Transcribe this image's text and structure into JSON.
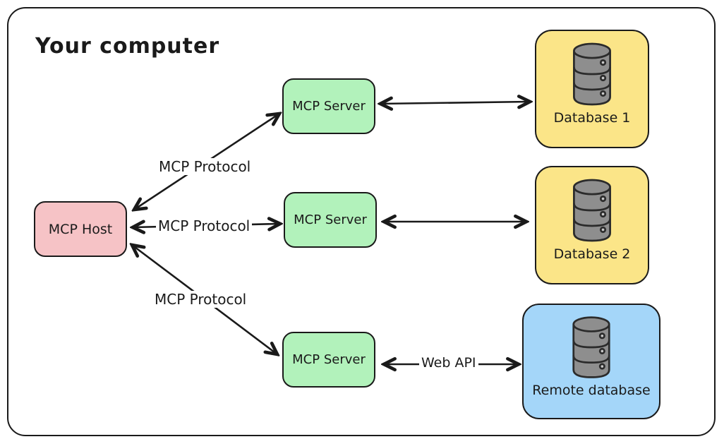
{
  "diagram": {
    "title": "Your computer",
    "stroke_color": "#1a1a1a",
    "nodes": {
      "host": {
        "label": "MCP Host",
        "fill": "#f6c3c6"
      },
      "server1": {
        "label": "MCP Server",
        "fill": "#b2f2bb"
      },
      "server2": {
        "label": "MCP Server",
        "fill": "#b2f2bb"
      },
      "server3": {
        "label": "MCP Server",
        "fill": "#b2f2bb"
      },
      "db1": {
        "label": "Database 1",
        "fill": "#fbe588",
        "icon": "database-cylinder-icon"
      },
      "db2": {
        "label": "Database 2",
        "fill": "#fbe588",
        "icon": "database-cylinder-icon"
      },
      "remote": {
        "label": "Remote database",
        "fill": "#a4d6f9",
        "icon": "database-cylinder-icon"
      }
    },
    "edges": {
      "host_server1": {
        "label": "MCP Protocol"
      },
      "host_server2": {
        "label": "MCP Protocol"
      },
      "host_server3": {
        "label": "MCP Protocol"
      },
      "server3_remote": {
        "label": "Web API"
      }
    }
  }
}
